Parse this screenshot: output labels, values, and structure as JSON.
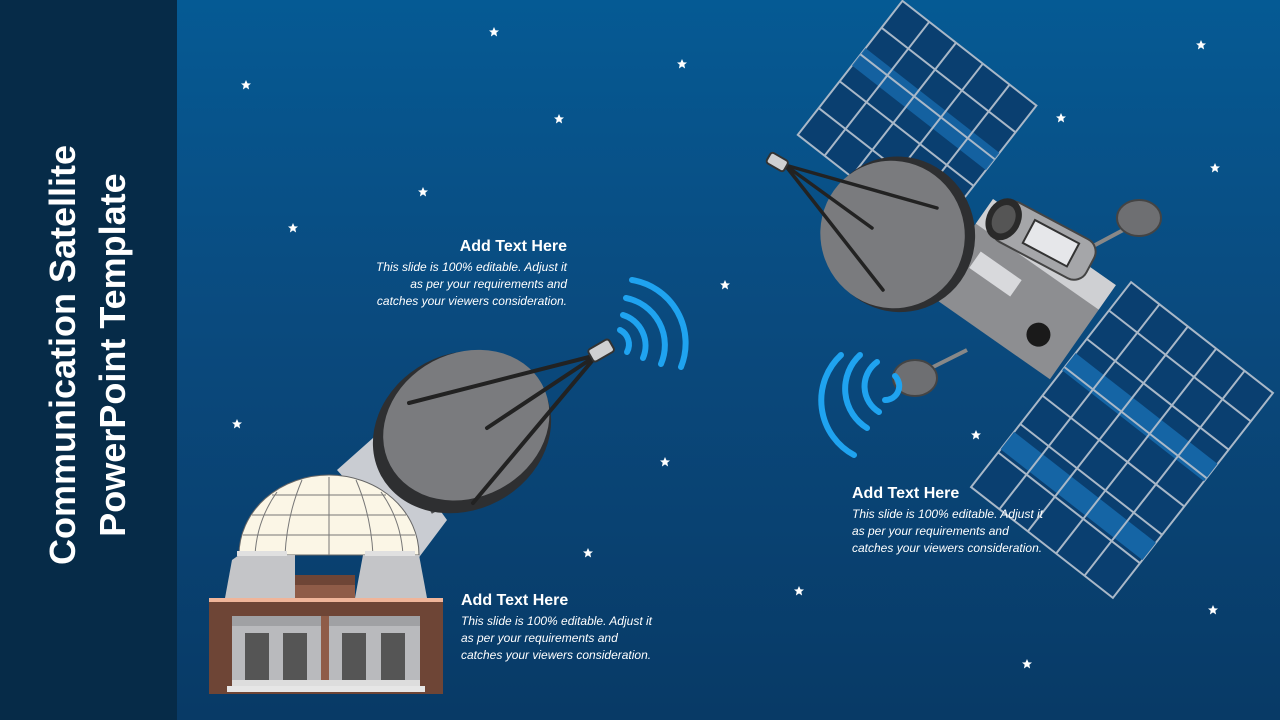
{
  "slide": {
    "title": "Communication Satellite PowerPoint Template",
    "title_line1": "Communication Satellite",
    "title_line2": "PowerPoint Template"
  },
  "text_blocks": [
    {
      "heading": "Add Text Here",
      "body": "This slide is 100% editable. Adjust it as per your requirements and catches your viewers consideration."
    },
    {
      "heading": "Add Text Here",
      "body": "This slide is 100% editable. Adjust it as per your requirements and catches your viewers consideration."
    },
    {
      "heading": "Add Text Here",
      "body": "This slide is 100% editable. Adjust it as per your requirements and catches your viewers consideration."
    }
  ],
  "colors": {
    "sidebar": "#062b48",
    "background_top": "#055a94",
    "background_bottom": "#083a66",
    "signal": "#1fa3f0",
    "text": "#ffffff"
  },
  "illustrations": [
    "ground-station-icon",
    "satellite-dish-icon",
    "satellite-icon",
    "wifi-signal-icon",
    "star-icon"
  ]
}
